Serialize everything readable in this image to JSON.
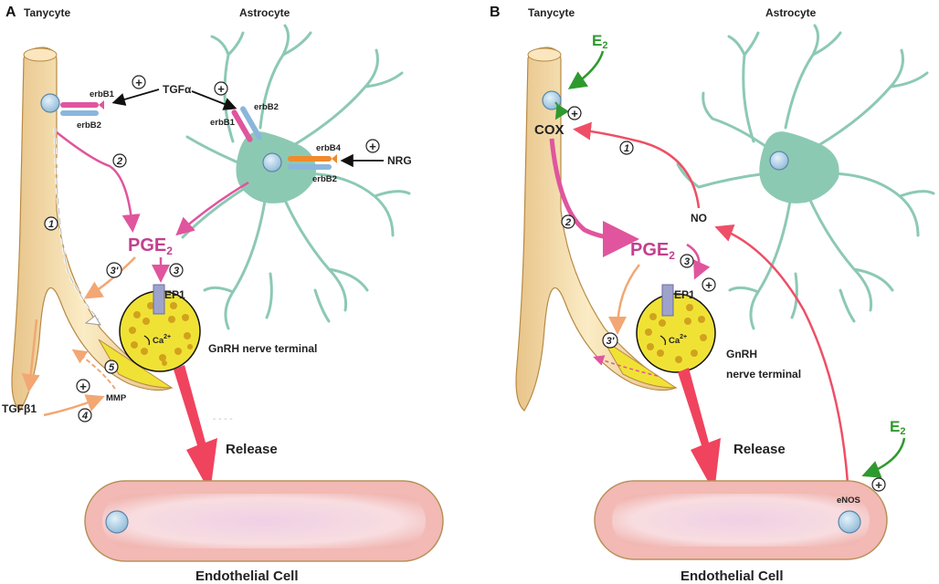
{
  "colors": {
    "tanycyte": "#f3d9a3",
    "astrocyte": "#8cc9b3",
    "endothelial": "#f2b9b5",
    "nerve_terminal": "#f0e235",
    "pink_arrow": "#e0559d",
    "orange_arrow": "#f2a774",
    "red_arrow": "#ee4f66",
    "green": "#2e9a2e"
  },
  "panel_a": {
    "letter": "A",
    "tanycyte": "Tanycyte",
    "astrocyte": "Astrocyte",
    "tgfa": "TGFα",
    "erbb1_tany": "erbB1",
    "erbb2_tany": "erbB2",
    "erbb1_astro": "erbB1",
    "erbb2_astro": "erbB2",
    "erbb4": "erbB4",
    "erbb2_nrg": "erbB2",
    "nrg": "NRG",
    "pge2": "PGE",
    "pge2_sub": "2",
    "ep1": "EP1",
    "ca": "Ca",
    "ca_sup": "2+",
    "gnrh": "GnRH nerve terminal",
    "release": "Release",
    "endothelial": "Endothelial Cell",
    "tgfb1": "TGFβ1",
    "mmp": "MMP",
    "plus": "+",
    "steps": [
      "1",
      "2",
      "3",
      "3'",
      "4",
      "5"
    ]
  },
  "panel_b": {
    "letter": "B",
    "tanycyte": "Tanycyte",
    "astrocyte": "Astrocyte",
    "e2": "E",
    "e2_sub": "2",
    "cox": "COX",
    "no": "NO",
    "pge2": "PGE",
    "pge2_sub": "2",
    "ep1": "EP1",
    "ca": "Ca",
    "ca_sup": "2+",
    "gnrh_line1": "GnRH",
    "gnrh_line2": "nerve terminal",
    "release": "Release",
    "endothelial": "Endothelial Cell",
    "enos": "eNOS",
    "plus": "+",
    "steps": [
      "1",
      "2",
      "3",
      "3'"
    ]
  }
}
